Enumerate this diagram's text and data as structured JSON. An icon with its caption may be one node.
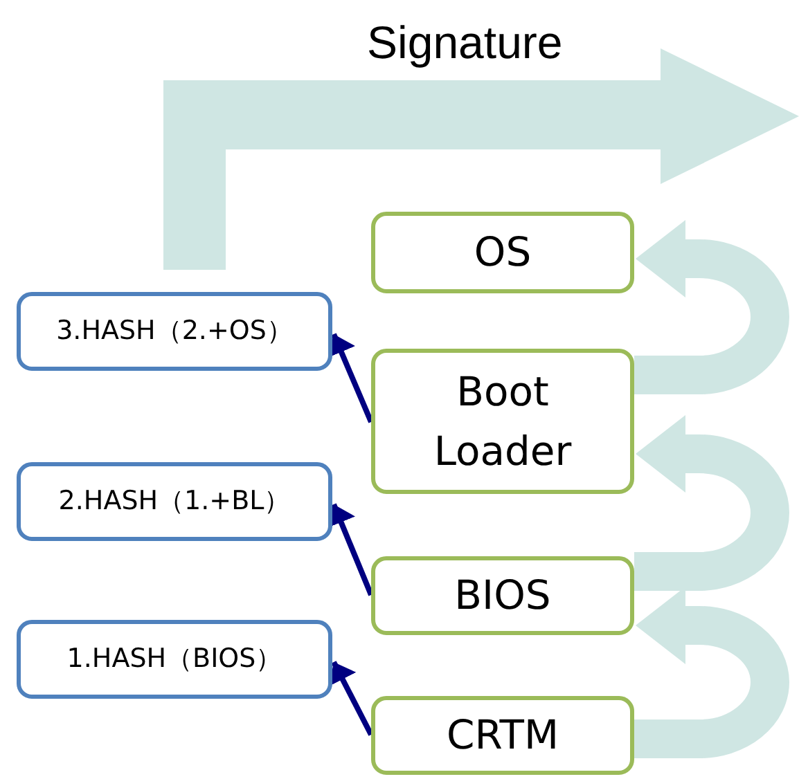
{
  "diagram": {
    "nodes": [
      {
        "text": [
          "OS"
        ]
      },
      {
        "text": [
          "3.HASH（2.+OS）"
        ]
      },
      {
        "text": [
          "Boot Loader"
        ]
      },
      {
        "text": [
          "2.HASH（1.+BL）"
        ]
      },
      {
        "text": [
          "BIOS"
        ]
      },
      {
        "text": [
          "1.HASH（BIOS）"
        ]
      },
      {
        "text": [
          "CRTM"
        ]
      }
    ],
    "edges": [
      {
        "from": 2,
        "to": 1,
        "arrow": "to",
        "color": "#000080"
      },
      {
        "from": 4,
        "to": 3,
        "arrow": "to",
        "color": "#000080"
      },
      {
        "from": 6,
        "to": 5,
        "arrow": "to",
        "color": "#000080"
      },
      {
        "from": 2,
        "to": 0,
        "arrow": "to",
        "style": "thick",
        "color": "#cfe6e3"
      },
      {
        "from": 4,
        "to": 2,
        "arrow": "to",
        "style": "thick",
        "color": "#cfe6e3"
      },
      {
        "from": 6,
        "to": 4,
        "arrow": "to",
        "style": "thick",
        "color": "#cfe6e3"
      }
    ],
    "labels": [
      "Signature"
    ]
  }
}
